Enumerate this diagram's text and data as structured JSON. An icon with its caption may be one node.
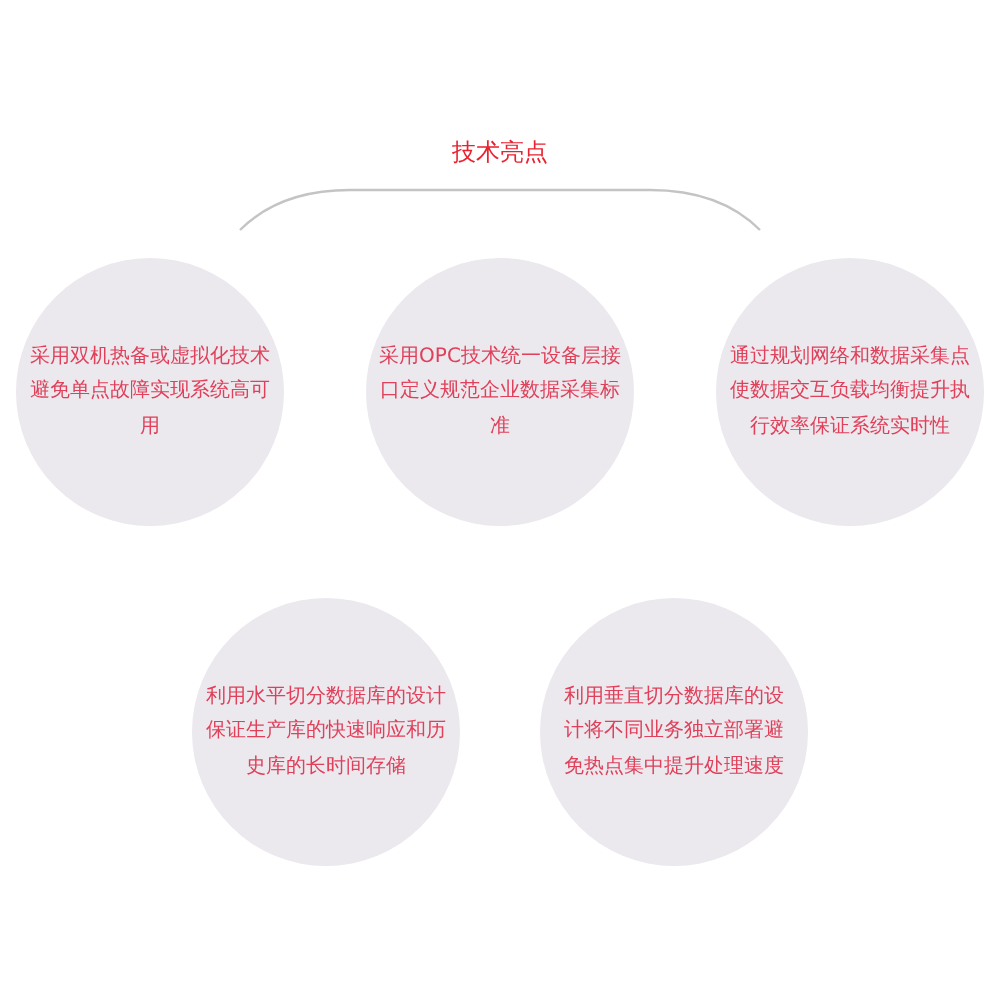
{
  "diagram": {
    "title": "技术亮点",
    "nodes": [
      {
        "text": [
          "采用双机热备或虚拟化技术避免单点故障实现系统高可用"
        ]
      },
      {
        "text": [
          "采用OPC技术统一设备层接口定义规范企业数据采集标准"
        ]
      },
      {
        "text": [
          "通过规划网络和数据采集点使数据交互负载均衡提升执行效率保证系统实时性"
        ]
      },
      {
        "text": [
          "利用水平切分数据库的设计保证生产库的快速响应和历史库的长时间存储"
        ]
      },
      {
        "text": [
          "利用垂直切分数据库的设计将不同业务独立部署避免热点集中提升处理速度"
        ]
      }
    ]
  }
}
